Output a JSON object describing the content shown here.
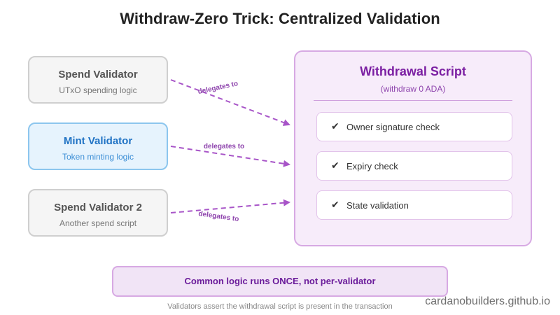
{
  "title": "Withdraw-Zero Trick: Centralized Validation",
  "validators": [
    {
      "title": "Spend Validator",
      "subtitle": "UTxO spending logic"
    },
    {
      "title": "Mint Validator",
      "subtitle": "Token minting logic"
    },
    {
      "title": "Spend Validator 2",
      "subtitle": "Another spend script"
    }
  ],
  "arrow_label": "delegates to",
  "script": {
    "title": "Withdrawal Script",
    "subtitle": "(withdraw 0 ADA)",
    "checks": [
      "Owner signature check",
      "Expiry check",
      "State validation"
    ],
    "check_glyph": "✔"
  },
  "callout": "Common logic runs ONCE, not per-validator",
  "footnote": "Validators assert the withdrawal script is present in the transaction",
  "watermark": "cardanobuilders.github.io",
  "colors": {
    "purple_accent": "#7b1fa2",
    "arrow": "#a855c8",
    "mint_blue": "#1f72c4",
    "gray_border": "#cfcfcf"
  }
}
